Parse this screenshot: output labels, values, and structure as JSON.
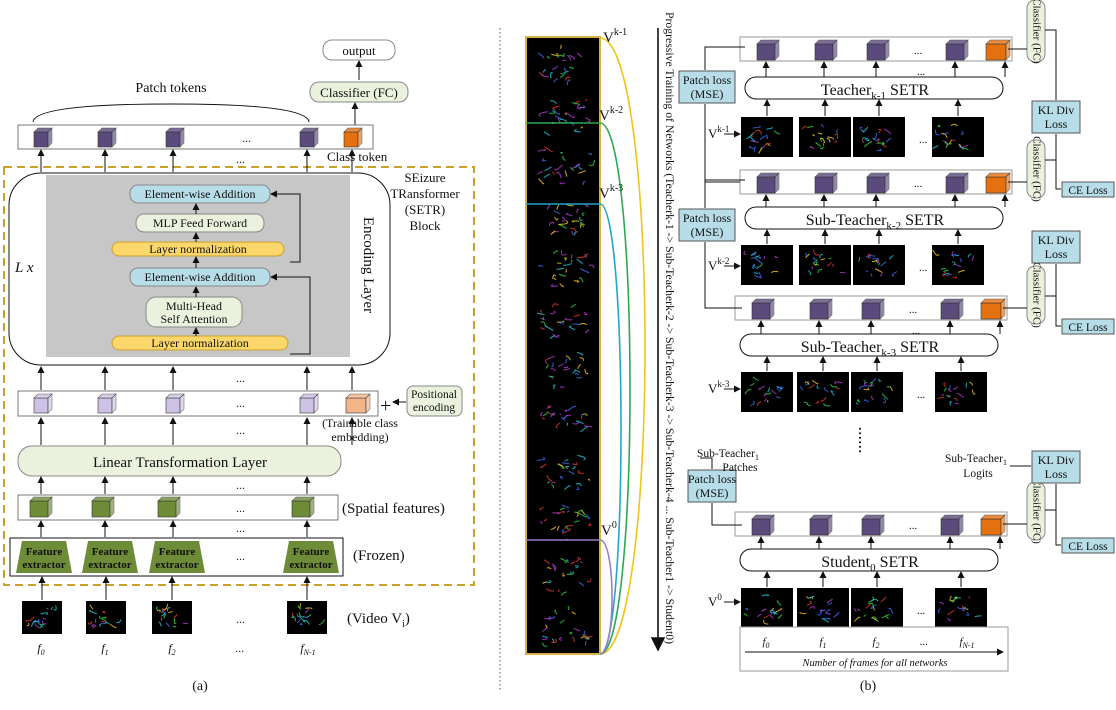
{
  "left": {
    "output": "output",
    "classifier": "Classifier (FC)",
    "patch_tokens": "Patch tokens",
    "class_token": "Class token",
    "block_label": [
      "SEizure",
      "TRansformer",
      "(SETR)",
      "Block"
    ],
    "encoding_layer": "Encoding Layer",
    "lx": "L x",
    "elementwise_add": "Element-wise Addition",
    "mlp": "MLP Feed Forward",
    "layer_norm": "Layer normalization",
    "mhsa_1": "Multi-Head",
    "mhsa_2": "Self Attention",
    "positional_1": "Positional",
    "positional_2": "encoding",
    "trainable_1": "(Trainable class",
    "trainable_2": "embedding)",
    "linear": "Linear Transformation Layer",
    "spatial": "(Spatial features)",
    "feature_1": "Feature",
    "feature_2": "extractor",
    "frozen": "(Frozen)",
    "video": "(Video V",
    "video_sub": "i",
    "video_close": ")",
    "ellipsis": "...",
    "frames": [
      "f",
      "f",
      "f",
      "...",
      "f"
    ],
    "frame_subs": [
      "0",
      "1",
      "2",
      "",
      "N-1"
    ],
    "caption": "(a)"
  },
  "middle": {
    "labels": [
      "V",
      "V",
      "V",
      "V"
    ],
    "label_sups": [
      "k-1",
      "k-2",
      "k-3",
      "0"
    ],
    "progressive": "Progressive Training of Networks (Teacher",
    "progressive_full": "Progressive Training of Networks (Teacherk-1 -> Sub-Teacherk-2 -> Sub-Teacherk-3 -> Sub-Teacherk-4 ... Sub-Teacher1 -> Student0)"
  },
  "right": {
    "classifier": "Classifier (FC)",
    "patch_loss_1": "Patch loss",
    "patch_loss_2": "(MSE)",
    "kl_1": "KL Div",
    "kl_2": "Loss",
    "ce": "CE Loss",
    "teacher": "Teacher",
    "teacher_sub": "k-1",
    "sub_teacher": "Sub-Teacher",
    "sub2": "k-2",
    "sub3": "k-3",
    "setr": " SETR",
    "student": "Student",
    "student_sub": "0",
    "v_label": "V",
    "v_sups": [
      "k-1",
      "k-2",
      "k-3",
      "0"
    ],
    "sub_teacher1_patches_1": "Sub-Teacher",
    "sub_teacher1_patches_sub": "1",
    "sub_teacher1_patches_2": "Patches",
    "sub_teacher1_logits_1": "Sub-Teacher",
    "sub_teacher1_logits_2": "Logits",
    "frames": [
      "f",
      "f",
      "f",
      "...",
      "f"
    ],
    "frame_subs": [
      "0",
      "1",
      "2",
      "",
      "N-1"
    ],
    "frames_caption": "Number of frames for all networks",
    "ellipsis": "...",
    "vdots": "......",
    "caption": "(b)"
  },
  "colors": {
    "purple": "#5b4a7c",
    "orange": "#e4700e",
    "lavender": "#cdc2e4",
    "peach": "#f4b48a",
    "green": "#6e8c38",
    "blue_box": "#b7dde8",
    "yellow": "#fbd66b",
    "gray": "#c7c7c7",
    "mint": "#eaf1dc",
    "gold": "#c8a02a"
  }
}
